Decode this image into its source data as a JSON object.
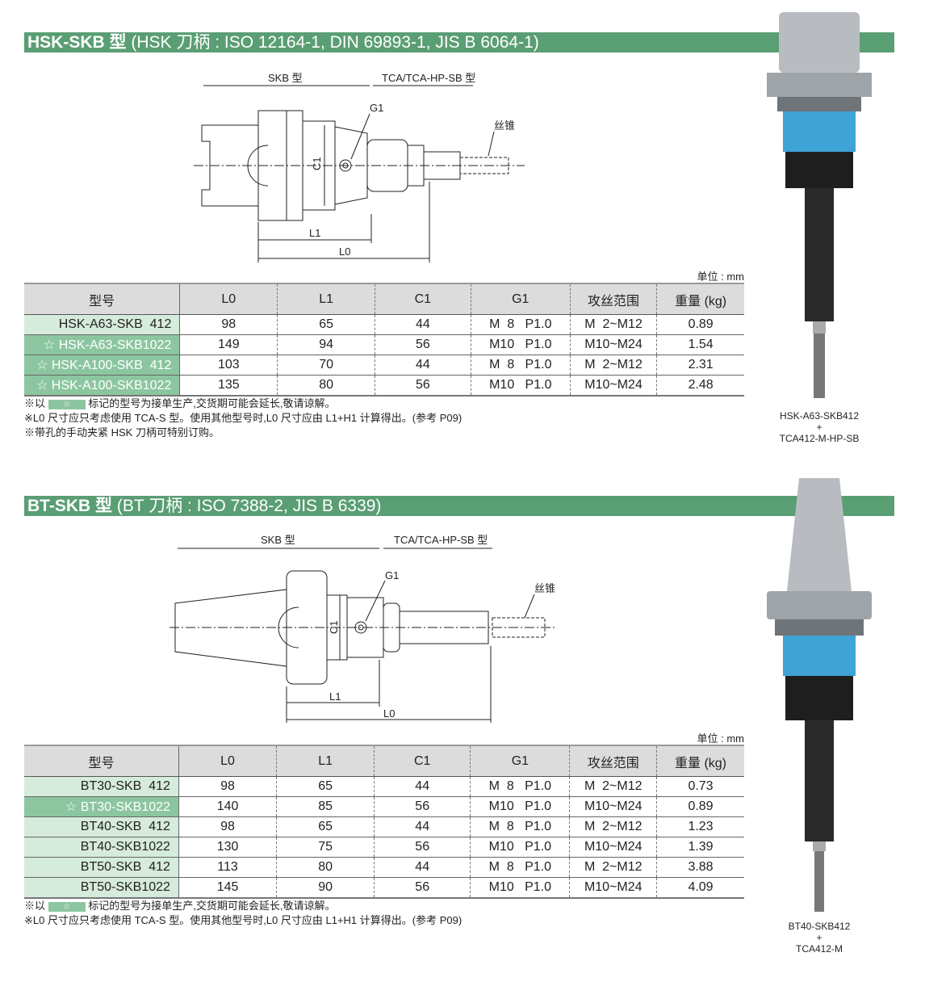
{
  "sections": [
    {
      "title_bold": "HSK-SKB 型",
      "title_rest": " (HSK 刀柄 : ISO 12164-1, DIN 69893-1, JIS B 6064-1)",
      "diagram": {
        "left_label": "SKB 型",
        "right_label": "TCA/TCA-HP-SB 型",
        "g1": "G1",
        "tap": "丝锥",
        "c1": "C1",
        "l1": "L1",
        "l0": "L0"
      },
      "unit": "单位 : mm",
      "columns": [
        "型号",
        "L0",
        "L1",
        "C1",
        "G1",
        "攻丝范围",
        "重量 (kg)"
      ],
      "rows": [
        {
          "star": false,
          "cells": [
            "HSK-A63-SKB  412",
            "98",
            "65",
            "44",
            "M  8   P1.0",
            "M  2~M12",
            "0.89"
          ]
        },
        {
          "star": true,
          "cells": [
            "☆ HSK-A63-SKB1022",
            "149",
            "94",
            "56",
            "M10   P1.0",
            "M10~M24",
            "1.54"
          ]
        },
        {
          "star": true,
          "cells": [
            "☆ HSK-A100-SKB  412",
            "103",
            "70",
            "44",
            "M  8   P1.0",
            "M  2~M12",
            "2.31"
          ]
        },
        {
          "star": true,
          "cells": [
            "☆ HSK-A100-SKB1022",
            "135",
            "80",
            "56",
            "M10   P1.0",
            "M10~M24",
            "2.48"
          ]
        }
      ],
      "notes": [
        "※以",
        "标记的型号为接单生产,交货期可能会延长,敬请谅解。",
        "※L0 尺寸应只考虑使用 TCA-S 型。使用其他型号时,L0 尺寸应由 L1+H1 计算得出。(参考 P09)",
        "※带孔的手动夹紧 HSK 刀柄可特别订购。"
      ],
      "swatch": "☆",
      "caption": [
        "HSK-A63-SKB412",
        "+",
        "TCA412-M-HP-SB"
      ]
    },
    {
      "title_bold": "BT-SKB 型",
      "title_rest": " (BT 刀柄 : ISO 7388-2, JIS B 6339)",
      "diagram": {
        "left_label": "SKB 型",
        "right_label": "TCA/TCA-HP-SB 型",
        "g1": "G1",
        "tap": "丝锥",
        "c1": "C1",
        "l1": "L1",
        "l0": "L0"
      },
      "unit": "单位 : mm",
      "columns": [
        "型号",
        "L0",
        "L1",
        "C1",
        "G1",
        "攻丝范围",
        "重量 (kg)"
      ],
      "rows": [
        {
          "star": false,
          "cells": [
            "BT30-SKB  412",
            "98",
            "65",
            "44",
            "M  8   P1.0",
            "M  2~M12",
            "0.73"
          ]
        },
        {
          "star": true,
          "cells": [
            "☆ BT30-SKB1022",
            "140",
            "85",
            "56",
            "M10   P1.0",
            "M10~M24",
            "0.89"
          ]
        },
        {
          "star": false,
          "cells": [
            "BT40-SKB  412",
            "98",
            "65",
            "44",
            "M  8   P1.0",
            "M  2~M12",
            "1.23"
          ]
        },
        {
          "star": false,
          "cells": [
            "BT40-SKB1022",
            "130",
            "75",
            "56",
            "M10   P1.0",
            "M10~M24",
            "1.39"
          ]
        },
        {
          "star": false,
          "cells": [
            "BT50-SKB  412",
            "113",
            "80",
            "44",
            "M  8   P1.0",
            "M  2~M12",
            "3.88"
          ]
        },
        {
          "star": false,
          "cells": [
            "BT50-SKB1022",
            "145",
            "90",
            "56",
            "M10   P1.0",
            "M10~M24",
            "4.09"
          ]
        }
      ],
      "notes": [
        "※以",
        "标记的型号为接单生产,交货期可能会延长,敬请谅解。",
        "※L0 尺寸应只考虑使用 TCA-S 型。使用其他型号时,L0 尺寸应由 L1+H1 计算得出。(参考 P09)"
      ],
      "swatch": "☆",
      "caption": [
        "BT40-SKB412",
        "+",
        "TCA412-M"
      ]
    }
  ],
  "colors": {
    "bar": "#5a9e74",
    "row": "#d5ebdb",
    "star": "#8cc6a0",
    "blue": "#3fa3d6"
  }
}
